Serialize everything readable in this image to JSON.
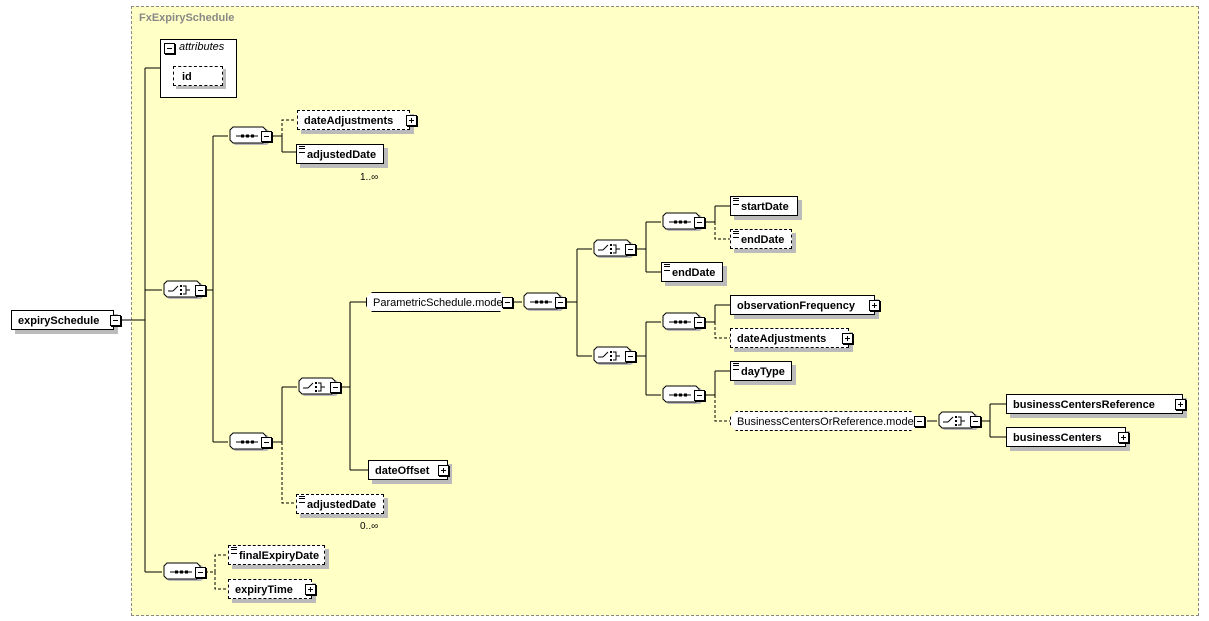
{
  "diagram": {
    "title": "FxExpirySchedule",
    "root": {
      "label": "expirySchedule"
    },
    "attributes": {
      "label": "attributes",
      "items": [
        "id"
      ]
    },
    "nodes": {
      "dateAdjustments_1": "dateAdjustments",
      "adjustedDate_1": "adjustedDate",
      "adjustedDate_1_card": "1..∞",
      "parametricScheduleModel": "ParametricSchedule.model",
      "startDate": "startDate",
      "endDate_opt": "endDate",
      "endDate": "endDate",
      "observationFrequency": "observationFrequency",
      "dateAdjustments_2": "dateAdjustments",
      "dayType": "dayType",
      "businessCentersOrReferenceModel": "BusinessCentersOrReference.model",
      "businessCentersReference": "businessCentersReference",
      "businessCenters": "businessCenters",
      "dateOffset": "dateOffset",
      "adjustedDate_2": "adjustedDate",
      "adjustedDate_2_card": "0..∞",
      "finalExpiryDate": "finalExpiryDate",
      "expiryTime": "expiryTime"
    },
    "icons": {
      "sequence": "sequence-compositor-icon",
      "choice": "choice-compositor-icon",
      "expand": "plus-box-icon",
      "collapse": "minus-box-icon",
      "simple_type": "text-lines-icon"
    },
    "colors": {
      "background": "#ffffc6",
      "border": "#888888",
      "shadow": "#bbbbbb"
    }
  }
}
